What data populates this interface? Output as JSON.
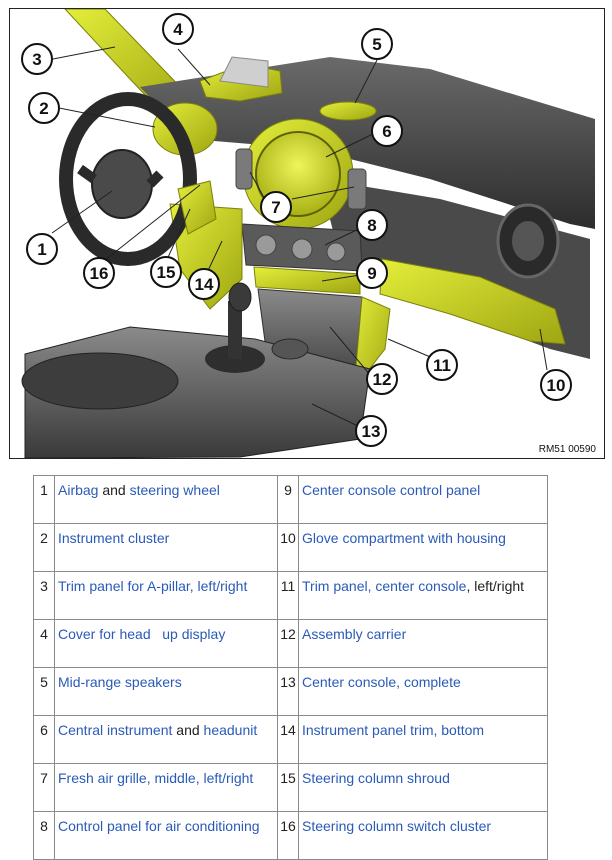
{
  "figure": {
    "reference_code": "RM51 00590",
    "callouts": [
      "1",
      "2",
      "3",
      "4",
      "5",
      "6",
      "7",
      "8",
      "9",
      "10",
      "11",
      "12",
      "13",
      "14",
      "15",
      "16"
    ]
  },
  "legend": {
    "rows": [
      {
        "left": {
          "num": "1",
          "parts": [
            {
              "t": "Airbag",
              "link": true
            },
            {
              "t": " and ",
              "link": false
            },
            {
              "t": "steering wheel",
              "link": true
            }
          ]
        },
        "right": {
          "num": "9",
          "parts": [
            {
              "t": "Center console control panel",
              "link": true
            }
          ]
        }
      },
      {
        "left": {
          "num": "2",
          "parts": [
            {
              "t": "Instrument cluster",
              "link": true
            }
          ]
        },
        "right": {
          "num": "10",
          "parts": [
            {
              "t": "Glove compartment with housing",
              "link": true
            }
          ]
        }
      },
      {
        "left": {
          "num": "3",
          "parts": [
            {
              "t": "Trim panel for A-pillar, left/right",
              "link": true
            }
          ]
        },
        "right": {
          "num": "11",
          "parts": [
            {
              "t": "Trim panel, center console",
              "link": true
            },
            {
              "t": ", left/right",
              "link": false
            }
          ]
        }
      },
      {
        "left": {
          "num": "4",
          "parts": [
            {
              "t": "Cover for head   up display",
              "link": true
            }
          ]
        },
        "right": {
          "num": "12",
          "parts": [
            {
              "t": "Assembly carrier",
              "link": true
            }
          ]
        }
      },
      {
        "left": {
          "num": "5",
          "parts": [
            {
              "t": "Mid-range speakers",
              "link": true
            }
          ]
        },
        "right": {
          "num": "13",
          "parts": [
            {
              "t": "Center console, complete",
              "link": true
            }
          ]
        }
      },
      {
        "left": {
          "num": "6",
          "parts": [
            {
              "t": "Central instrument",
              "link": true
            },
            {
              "t": " and ",
              "link": false
            },
            {
              "t": "headunit",
              "link": true
            }
          ]
        },
        "right": {
          "num": "14",
          "parts": [
            {
              "t": "Instrument panel trim, bottom",
              "link": true
            }
          ]
        }
      },
      {
        "left": {
          "num": "7",
          "parts": [
            {
              "t": "Fresh air grille, middle, left/right",
              "link": true
            }
          ]
        },
        "right": {
          "num": "15",
          "parts": [
            {
              "t": "Steering column shroud",
              "link": true
            }
          ]
        }
      },
      {
        "left": {
          "num": "8",
          "parts": [
            {
              "t": "Control panel for air conditioning",
              "link": true
            }
          ]
        },
        "right": {
          "num": "16",
          "parts": [
            {
              "t": "Steering column switch cluster",
              "link": true
            }
          ]
        }
      }
    ]
  },
  "colors": {
    "highlight": "#c6d21a",
    "highlight_dark": "#98a210",
    "trim_dark": "#3b3b3b",
    "trim_mid": "#5c5c5c",
    "link": "#2a5ab8"
  }
}
